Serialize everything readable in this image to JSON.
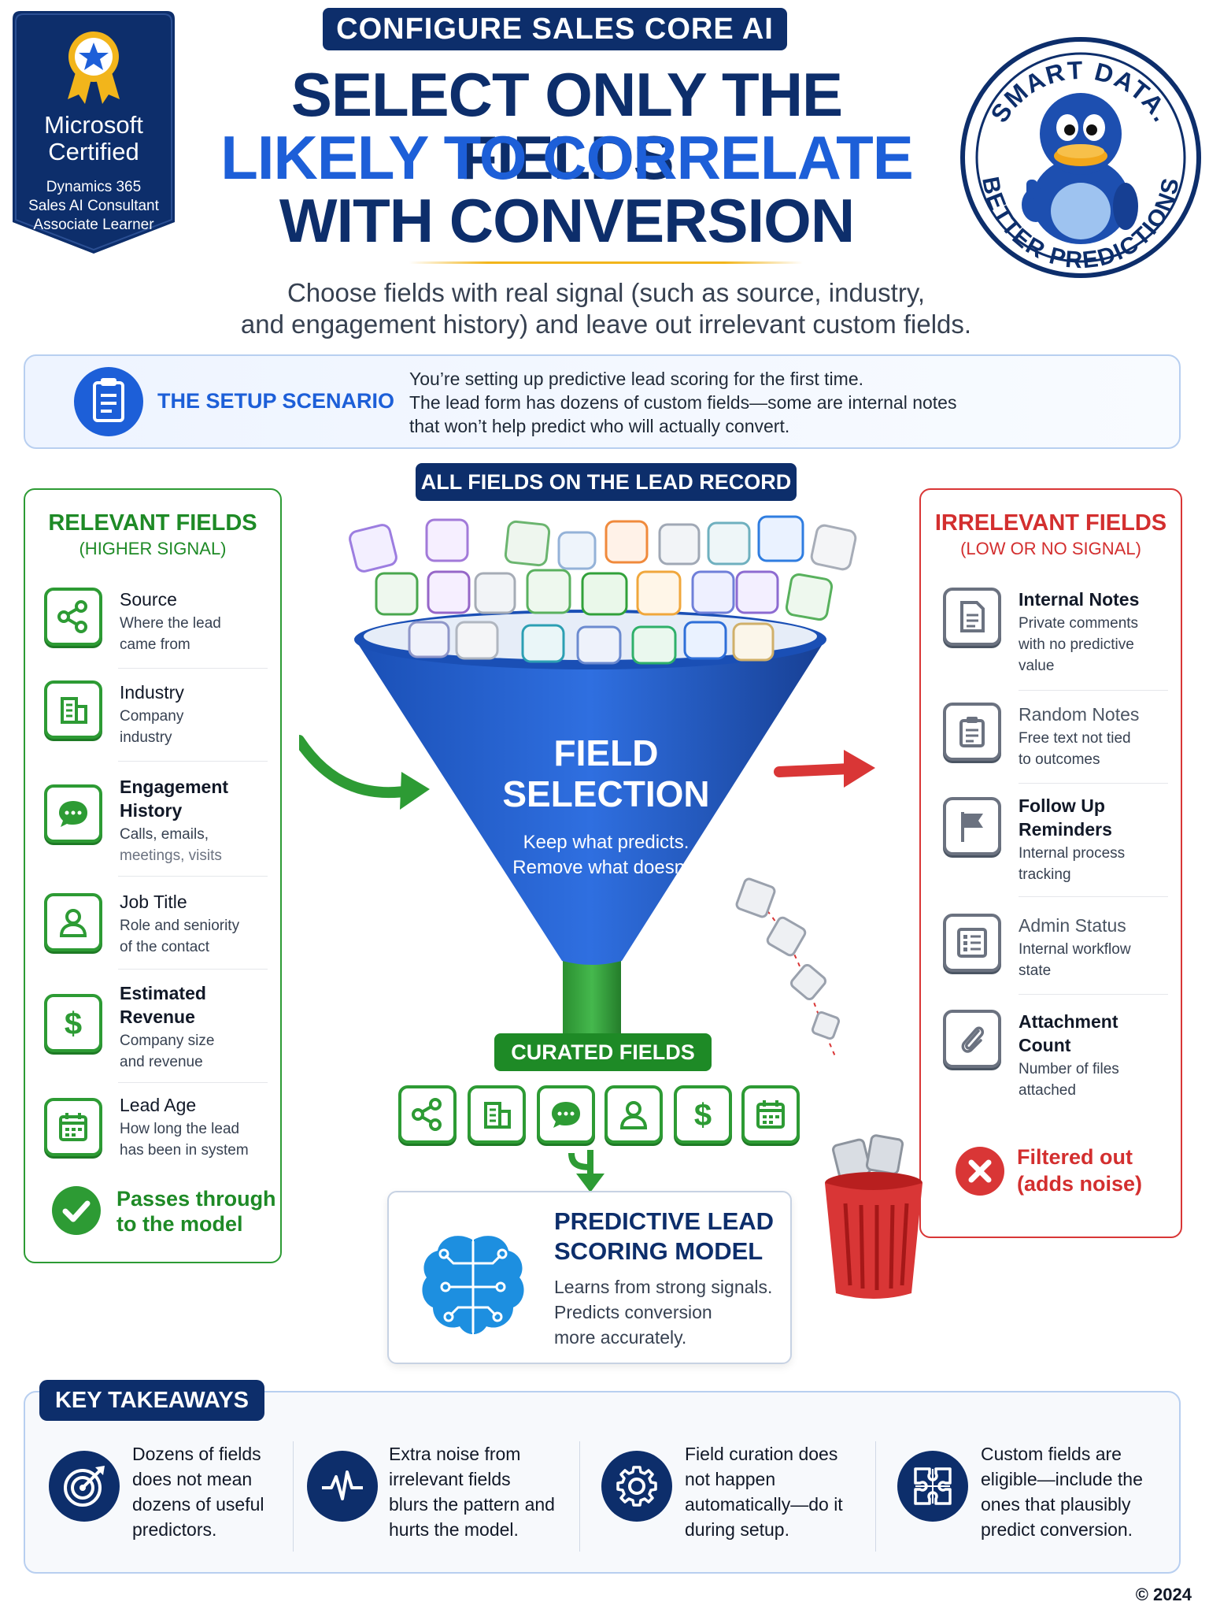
{
  "badge": {
    "line1": "Microsoft",
    "line2": "Certified",
    "line3": "Dynamics 365",
    "line4": "Sales AI Consultant",
    "line5": "Associate Learner"
  },
  "header": {
    "kicker": "CONFIGURE SALES CORE AI",
    "title_line1": "SELECT ONLY THE FIELDS",
    "title_line2": "LIKELY TO CORRELATE",
    "title_line3": "WITH CONVERSION",
    "subtitle_line1": "Choose fields with real signal (such as source, industry,",
    "subtitle_line2": "and engagement history) and leave out irrelevant custom fields."
  },
  "stamp": {
    "top_text": "SMART DATA.",
    "bottom_text": "BETTER PREDICTIONS"
  },
  "scenario": {
    "label": "THE SETUP SCENARIO",
    "line1": "You’re setting up predictive lead scoring for the first time.",
    "line2": "The lead form has dozens of custom fields—some are internal notes",
    "line3": "that won’t help predict who will actually convert."
  },
  "relevant": {
    "title": "RELEVANT FIELDS",
    "subtitle": "(HIGHER SIGNAL)",
    "items": [
      {
        "name": "Source",
        "desc1": "Where the lead",
        "desc2": "came from",
        "icon": "share-icon"
      },
      {
        "name": "Industry",
        "desc1": "Company",
        "desc2": "industry",
        "icon": "building-icon"
      },
      {
        "name1": "Engagement",
        "name2": "History",
        "desc1": "Calls, emails,",
        "desc2": "meetings, visits",
        "icon": "chat-icon"
      },
      {
        "name": "Job Title",
        "desc1": "Role and seniority",
        "desc2": "of the contact",
        "icon": "person-icon"
      },
      {
        "name1": "Estimated",
        "name2": "Revenue",
        "desc1": "Company size",
        "desc2": "and revenue",
        "icon": "dollar-icon"
      },
      {
        "name": "Lead Age",
        "desc1": "How long the lead",
        "desc2": "has been in system",
        "icon": "calendar-icon"
      }
    ],
    "result_line1": "Passes through",
    "result_line2": "to the model"
  },
  "irrelevant": {
    "title": "IRRELEVANT FIELDS",
    "subtitle": "(LOW OR NO SIGNAL)",
    "items": [
      {
        "name": "Internal Notes",
        "desc1": "Private comments",
        "desc2": "with no predictive",
        "desc3": "value",
        "icon": "document-icon"
      },
      {
        "name": "Random Notes",
        "desc1": "Free text not tied",
        "desc2": "to outcomes",
        "icon": "clipboard-icon"
      },
      {
        "name1": "Follow Up",
        "name2": "Reminders",
        "desc1": "Internal process",
        "desc2": "tracking",
        "icon": "flag-icon"
      },
      {
        "name": "Admin Status",
        "desc1": "Internal workflow",
        "desc2": "state",
        "icon": "checklist-icon"
      },
      {
        "name1": "Attachment",
        "name2": "Count",
        "desc1": "Number of files",
        "desc2": "attached",
        "icon": "paperclip-icon"
      }
    ],
    "result_line1": "Filtered out",
    "result_line2": "(adds noise)"
  },
  "center": {
    "all_fields_label": "ALL FIELDS ON THE LEAD RECORD",
    "funnel_title_line1": "FIELD",
    "funnel_title_line2": "SELECTION",
    "funnel_sub_line1": "Keep what predicts.",
    "funnel_sub_line2": "Remove what doesn’t.",
    "curated_label": "CURATED FIELDS",
    "model_title_line1": "PREDICTIVE LEAD",
    "model_title_line2": "SCORING MODEL",
    "model_desc_line1": "Learns from strong signals.",
    "model_desc_line2": "Predicts conversion",
    "model_desc_line3": "more accurately."
  },
  "takeaways": {
    "label": "KEY TAKEAWAYS",
    "items": [
      {
        "line1": "Dozens of fields",
        "line2": "does not mean",
        "line3": "dozens of useful",
        "line4": "predictors.",
        "icon": "target-icon"
      },
      {
        "line1": "Extra noise from",
        "line2": "irrelevant fields",
        "line3": "blurs the pattern and",
        "line4": "hurts the model.",
        "icon": "pulse-icon"
      },
      {
        "line1": "Field curation does",
        "line2": "not happen",
        "line3": "automatically—do it",
        "line4": "during setup.",
        "icon": "gear-icon"
      },
      {
        "line1": "Custom fields are",
        "line2": "eligible—include the",
        "line3": "ones that plausibly",
        "line4": "predict conversion.",
        "icon": "puzzle-icon"
      }
    ]
  },
  "footer": {
    "copyright": "© 2024"
  },
  "colors": {
    "navy": "#0d2e6b",
    "blue": "#1d5fd8",
    "green": "#2d9b34",
    "red": "#d93636",
    "gold": "#f2b51b"
  }
}
